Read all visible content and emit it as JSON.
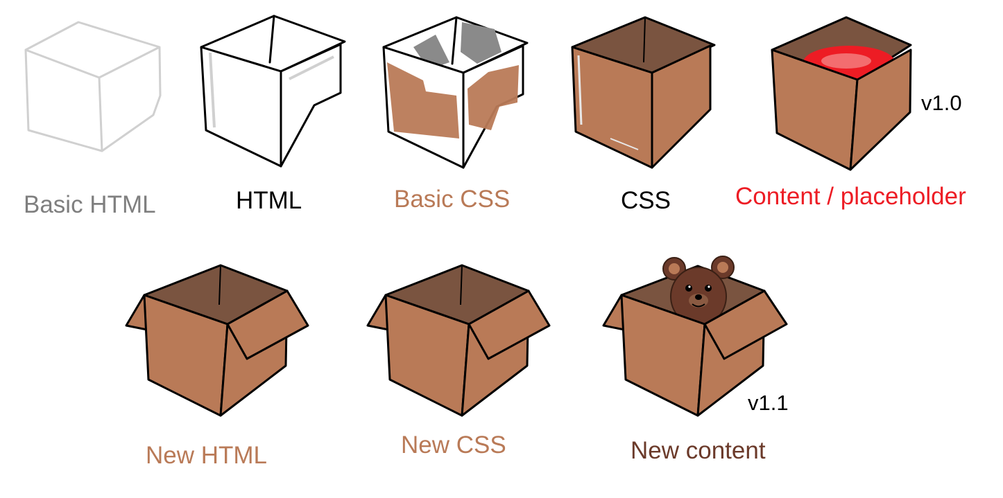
{
  "colors": {
    "gray": "#7f7f7f",
    "light_gray": "#cfcfcf",
    "black": "#000000",
    "cardboard": "#b97a57",
    "cardboard_dark": "#6b4430",
    "red": "#ed1c24",
    "dark_brown": "#6b3a2a"
  },
  "stages": [
    {
      "label": "Basic HTML",
      "color": "#7f7f7f",
      "icon": "sketch-cube-icon"
    },
    {
      "label": "HTML",
      "color": "#000000",
      "icon": "outlined-box-icon"
    },
    {
      "label": "Basic CSS",
      "color": "#b97a57",
      "icon": "partially-painted-box-icon"
    },
    {
      "label": "CSS",
      "color": "#000000",
      "icon": "cardboard-box-icon"
    },
    {
      "label": "Content / placeholder",
      "color": "#ed1c24",
      "icon": "box-with-red-content-icon"
    },
    {
      "label": "New HTML",
      "color": "#b97a57",
      "icon": "open-flaps-box-icon"
    },
    {
      "label": "New CSS",
      "color": "#b97a57",
      "icon": "open-flaps-box-icon"
    },
    {
      "label": "New content",
      "color": "#6b3a2a",
      "icon": "box-with-teddy-bear-icon"
    }
  ],
  "versions": [
    "v1.0",
    "v1.1"
  ]
}
